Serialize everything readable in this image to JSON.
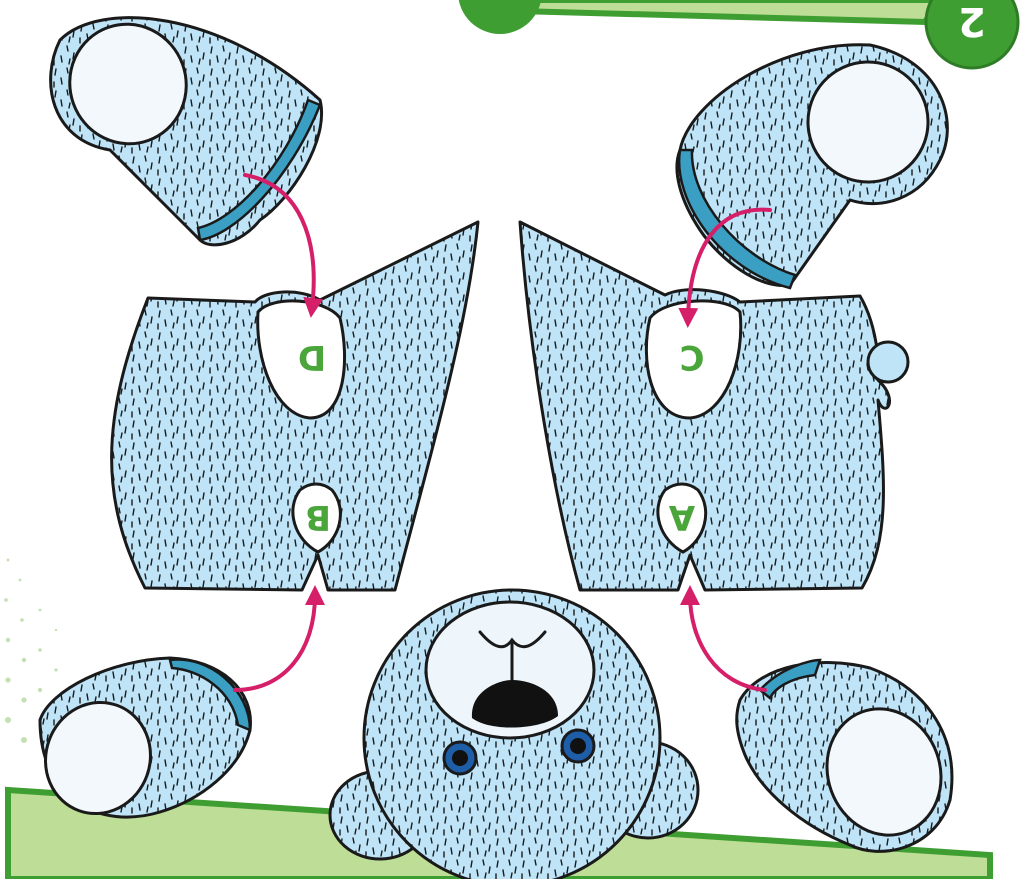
{
  "step_badge": {
    "number": "2"
  },
  "labels": {
    "a": "A",
    "b": "B",
    "c": "C",
    "d": "D"
  },
  "colors": {
    "fabric": "#bfe4f7",
    "fabric_dark": "#3a9fc2",
    "outline": "#1a1a1a",
    "arrow": "#d61f69",
    "banner": "#bedd96",
    "banner_border": "#3f9e32",
    "badge": "#3f9e32",
    "label_green": "#4aa63a",
    "eye": "#1e5da8"
  }
}
